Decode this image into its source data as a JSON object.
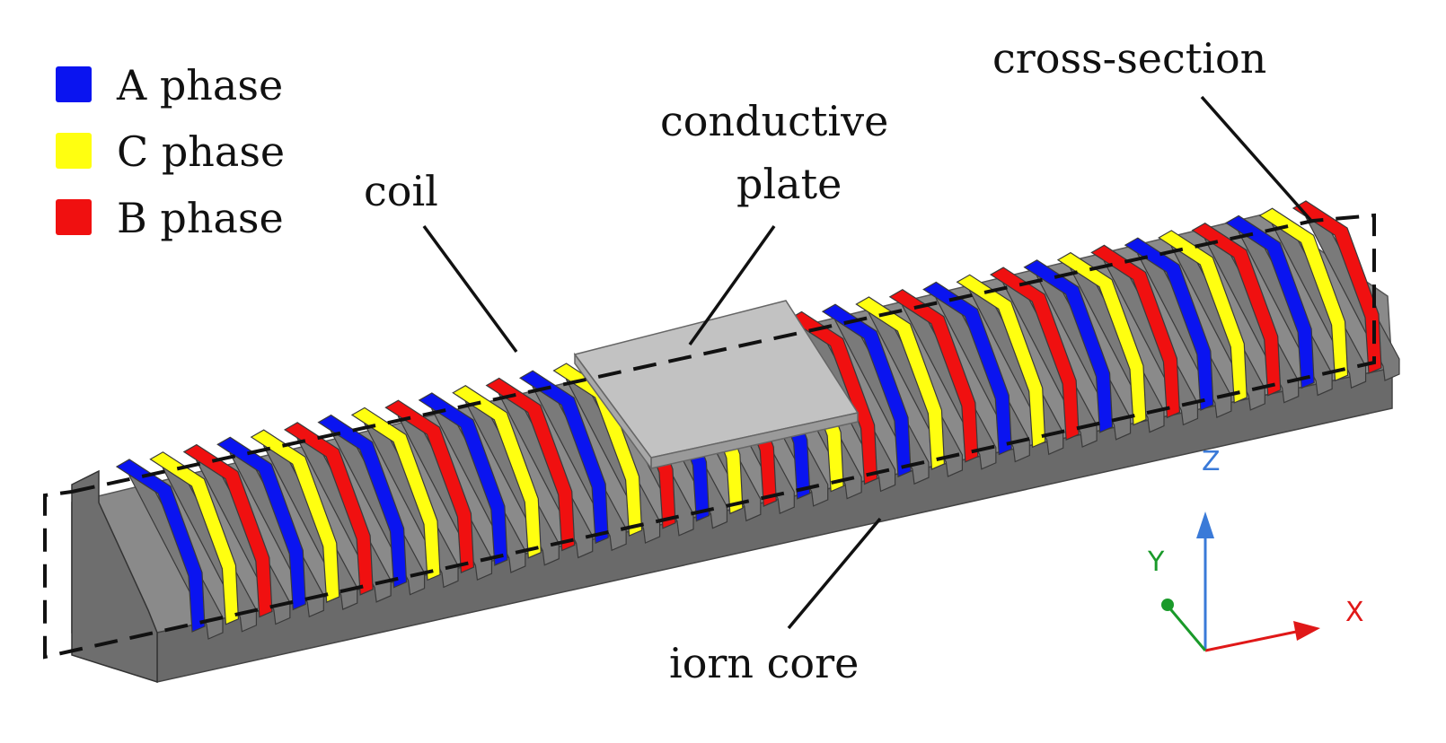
{
  "legend": [
    {
      "label": "A phase",
      "color": "#0a14f0"
    },
    {
      "label": "C phase",
      "color": "#ffff10"
    },
    {
      "label": "B phase",
      "color": "#f01010"
    }
  ],
  "labels": {
    "coil": "coil",
    "conductive_plate_line1": "conductive",
    "conductive_plate_line2": "plate",
    "cross_section": "cross-section",
    "iron_core": "iorn core"
  },
  "axes": {
    "x": {
      "label": "X",
      "color": "#e01818"
    },
    "y": {
      "label": "Y",
      "color": "#1a9a2a"
    },
    "z": {
      "label": "Z",
      "color": "#3a7ad8"
    }
  },
  "colors": {
    "core": "#7a7a7a",
    "plate": "#c2c2c2"
  },
  "coil_phase_sequence": [
    "A",
    "C",
    "B"
  ]
}
